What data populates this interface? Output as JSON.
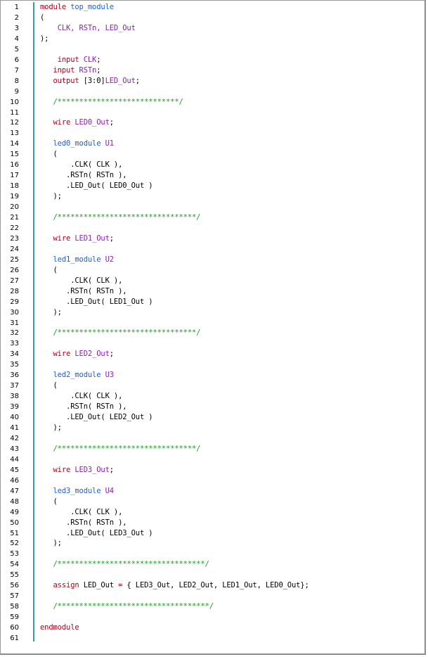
{
  "colors": {
    "keyword": "#b0001c",
    "module_name": "#1f5fd0",
    "port_signal": "#8e1fb0",
    "comment": "#1d9a24",
    "plain": "#000000",
    "gutter_line": "#3f9aa5"
  },
  "lines": [
    {
      "n": "1",
      "tokens": [
        [
          "kw",
          "module"
        ],
        [
          "pl",
          " "
        ],
        [
          "id",
          "top_module"
        ]
      ]
    },
    {
      "n": "2",
      "tokens": [
        [
          "pl",
          "("
        ]
      ]
    },
    {
      "n": "3",
      "tokens": [
        [
          "pl",
          "    "
        ],
        [
          "pt",
          "CLK, RSTn, LED_Out"
        ]
      ]
    },
    {
      "n": "4",
      "tokens": [
        [
          "pl",
          ");"
        ]
      ]
    },
    {
      "n": "5",
      "tokens": []
    },
    {
      "n": "6",
      "tokens": [
        [
          "pl",
          "    "
        ],
        [
          "kw",
          "input"
        ],
        [
          "pl",
          " "
        ],
        [
          "pt",
          "CLK"
        ],
        [
          "pl",
          ";"
        ]
      ]
    },
    {
      "n": "7",
      "tokens": [
        [
          "pl",
          "   "
        ],
        [
          "kw",
          "input"
        ],
        [
          "pl",
          " "
        ],
        [
          "pt",
          "RSTn"
        ],
        [
          "pl",
          ";"
        ]
      ]
    },
    {
      "n": "8",
      "tokens": [
        [
          "pl",
          "   "
        ],
        [
          "kw",
          "output"
        ],
        [
          "pl",
          " [3:0]"
        ],
        [
          "pt",
          "LED_Out"
        ],
        [
          "pl",
          ";"
        ]
      ]
    },
    {
      "n": "9",
      "tokens": []
    },
    {
      "n": "10",
      "tokens": [
        [
          "pl",
          "   "
        ],
        [
          "cm",
          "/****************************/"
        ]
      ]
    },
    {
      "n": "11",
      "tokens": []
    },
    {
      "n": "12",
      "tokens": [
        [
          "pl",
          "   "
        ],
        [
          "kw",
          "wire"
        ],
        [
          "pl",
          " "
        ],
        [
          "pt",
          "LED0_Out"
        ],
        [
          "pl",
          ";"
        ]
      ]
    },
    {
      "n": "13",
      "tokens": []
    },
    {
      "n": "14",
      "tokens": [
        [
          "pl",
          "   "
        ],
        [
          "id",
          "led0_module"
        ],
        [
          "pl",
          " "
        ],
        [
          "pt",
          "U1"
        ]
      ]
    },
    {
      "n": "15",
      "tokens": [
        [
          "pl",
          "   ("
        ]
      ]
    },
    {
      "n": "16",
      "tokens": [
        [
          "pl",
          "       .CLK( CLK ),"
        ]
      ]
    },
    {
      "n": "17",
      "tokens": [
        [
          "pl",
          "      .RSTn( RSTn ),"
        ]
      ]
    },
    {
      "n": "18",
      "tokens": [
        [
          "pl",
          "      .LED_Out( LED0_Out )"
        ]
      ]
    },
    {
      "n": "19",
      "tokens": [
        [
          "pl",
          "   );"
        ]
      ]
    },
    {
      "n": "20",
      "tokens": []
    },
    {
      "n": "21",
      "tokens": [
        [
          "pl",
          "   "
        ],
        [
          "cm",
          "/********************************/"
        ]
      ]
    },
    {
      "n": "22",
      "tokens": []
    },
    {
      "n": "23",
      "tokens": [
        [
          "pl",
          "   "
        ],
        [
          "kw",
          "wire"
        ],
        [
          "pl",
          " "
        ],
        [
          "pt",
          "LED1_Out"
        ],
        [
          "pl",
          ";"
        ]
      ]
    },
    {
      "n": "24",
      "tokens": []
    },
    {
      "n": "25",
      "tokens": [
        [
          "pl",
          "   "
        ],
        [
          "id",
          "led1_module"
        ],
        [
          "pl",
          " "
        ],
        [
          "pt",
          "U2"
        ]
      ]
    },
    {
      "n": "26",
      "tokens": [
        [
          "pl",
          "   ("
        ]
      ]
    },
    {
      "n": "27",
      "tokens": [
        [
          "pl",
          "       .CLK( CLK ),"
        ]
      ]
    },
    {
      "n": "28",
      "tokens": [
        [
          "pl",
          "      .RSTn( RSTn ),"
        ]
      ]
    },
    {
      "n": "29",
      "tokens": [
        [
          "pl",
          "      .LED_Out( LED1_Out )"
        ]
      ]
    },
    {
      "n": "30",
      "tokens": [
        [
          "pl",
          "   );"
        ]
      ]
    },
    {
      "n": "31",
      "tokens": []
    },
    {
      "n": "32",
      "tokens": [
        [
          "pl",
          "   "
        ],
        [
          "cm",
          "/********************************/"
        ]
      ]
    },
    {
      "n": "33",
      "tokens": []
    },
    {
      "n": "34",
      "tokens": [
        [
          "pl",
          "   "
        ],
        [
          "kw",
          "wire"
        ],
        [
          "pl",
          " "
        ],
        [
          "pt",
          "LED2_Out"
        ],
        [
          "pl",
          ";"
        ]
      ]
    },
    {
      "n": "35",
      "tokens": []
    },
    {
      "n": "36",
      "tokens": [
        [
          "pl",
          "   "
        ],
        [
          "id",
          "led2_module"
        ],
        [
          "pl",
          " "
        ],
        [
          "pt",
          "U3"
        ]
      ]
    },
    {
      "n": "37",
      "tokens": [
        [
          "pl",
          "   ("
        ]
      ]
    },
    {
      "n": "38",
      "tokens": [
        [
          "pl",
          "       .CLK( CLK ),"
        ]
      ]
    },
    {
      "n": "39",
      "tokens": [
        [
          "pl",
          "      .RSTn( RSTn ),"
        ]
      ]
    },
    {
      "n": "40",
      "tokens": [
        [
          "pl",
          "      .LED_Out( LED2_Out )"
        ]
      ]
    },
    {
      "n": "41",
      "tokens": [
        [
          "pl",
          "   );"
        ]
      ]
    },
    {
      "n": "42",
      "tokens": []
    },
    {
      "n": "43",
      "tokens": [
        [
          "pl",
          "   "
        ],
        [
          "cm",
          "/********************************/"
        ]
      ]
    },
    {
      "n": "44",
      "tokens": []
    },
    {
      "n": "45",
      "tokens": [
        [
          "pl",
          "   "
        ],
        [
          "kw",
          "wire"
        ],
        [
          "pl",
          " "
        ],
        [
          "pt",
          "LED3_Out"
        ],
        [
          "pl",
          ";"
        ]
      ]
    },
    {
      "n": "46",
      "tokens": []
    },
    {
      "n": "47",
      "tokens": [
        [
          "pl",
          "   "
        ],
        [
          "id",
          "led3_module"
        ],
        [
          "pl",
          " "
        ],
        [
          "pt",
          "U4"
        ]
      ]
    },
    {
      "n": "48",
      "tokens": [
        [
          "pl",
          "   ("
        ]
      ]
    },
    {
      "n": "49",
      "tokens": [
        [
          "pl",
          "       .CLK( CLK ),"
        ]
      ]
    },
    {
      "n": "50",
      "tokens": [
        [
          "pl",
          "      .RSTn( RSTn ),"
        ]
      ]
    },
    {
      "n": "51",
      "tokens": [
        [
          "pl",
          "      .LED_Out( LED3_Out )"
        ]
      ]
    },
    {
      "n": "52",
      "tokens": [
        [
          "pl",
          "   );"
        ]
      ]
    },
    {
      "n": "53",
      "tokens": []
    },
    {
      "n": "54",
      "tokens": [
        [
          "pl",
          "   "
        ],
        [
          "cm",
          "/**********************************/"
        ]
      ]
    },
    {
      "n": "55",
      "tokens": []
    },
    {
      "n": "56",
      "tokens": [
        [
          "pl",
          "   "
        ],
        [
          "kw",
          "assign"
        ],
        [
          "pl",
          " LED_Out "
        ],
        [
          "kw",
          "="
        ],
        [
          "pl",
          " { LED3_Out, LED2_Out, LED1_Out, LED0_Out};"
        ]
      ]
    },
    {
      "n": "57",
      "tokens": []
    },
    {
      "n": "58",
      "tokens": [
        [
          "pl",
          "   "
        ],
        [
          "cm",
          "/***********************************/"
        ]
      ]
    },
    {
      "n": "59",
      "tokens": []
    },
    {
      "n": "60",
      "tokens": [
        [
          "kw",
          "endmodule"
        ]
      ]
    },
    {
      "n": "61",
      "tokens": []
    }
  ]
}
